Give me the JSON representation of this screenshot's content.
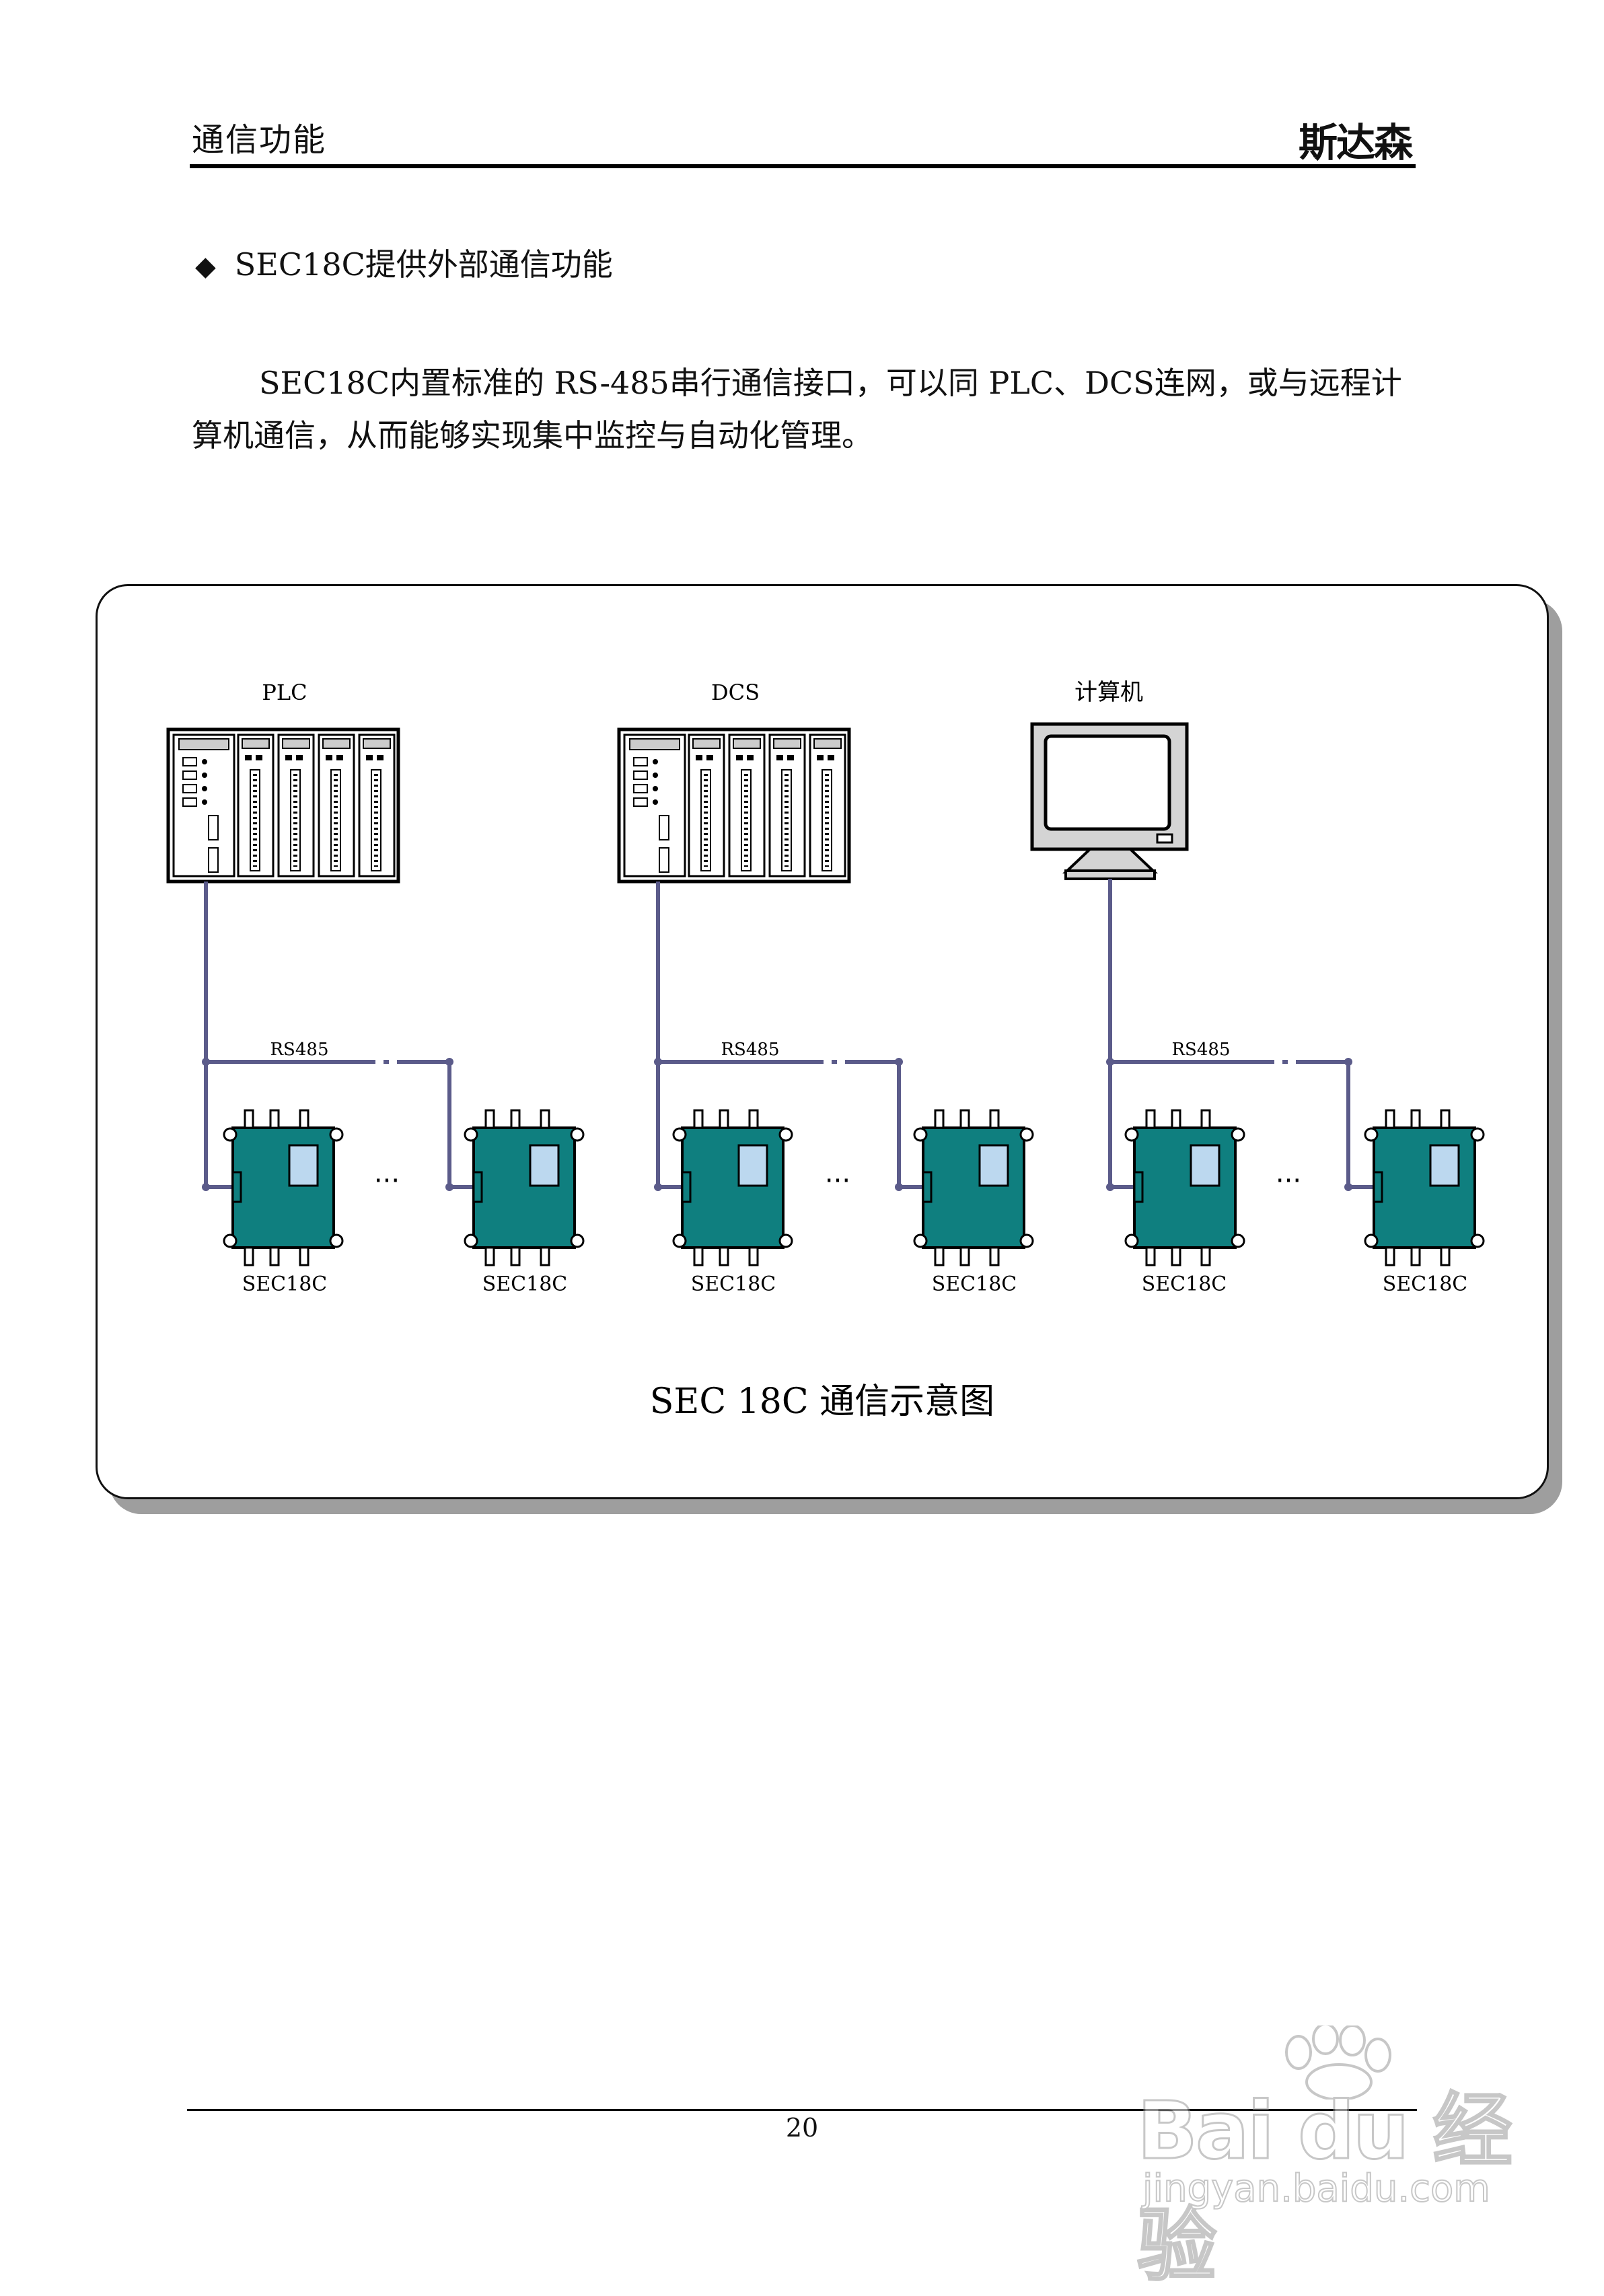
{
  "header": {
    "title": "通信功能",
    "brand": "斯达森"
  },
  "section": {
    "bullet": "◆",
    "heading": "SEC18C提供外部通信功能"
  },
  "paragraph": "SEC18C内置标准的 RS-485串行通信接口，可以同 PLC、DCS连网，或与远程计算机通信，从而能够实现集中监控与自动化管理。",
  "figure": {
    "caption": "SEC 18C 通信示意图",
    "bus_label": "RS485",
    "ellipsis": "···",
    "groups": [
      {
        "host_label": "PLC",
        "host_type": "rack-icon",
        "devices": [
          "SEC18C",
          "SEC18C"
        ]
      },
      {
        "host_label": "DCS",
        "host_type": "rack-icon",
        "devices": [
          "SEC18C",
          "SEC18C"
        ]
      },
      {
        "host_label": "计算机",
        "host_type": "monitor-icon",
        "devices": [
          "SEC18C",
          "SEC18C"
        ]
      }
    ],
    "colors": {
      "device": "#0f7f7f",
      "device_screen": "#bcd8ef",
      "bus": "#5b5b8a",
      "monitor": "#d4d4d4"
    }
  },
  "footer": {
    "page_number": "20"
  },
  "watermark": {
    "brand": "Bai du 经验",
    "url": "jingyan.baidu.com"
  }
}
